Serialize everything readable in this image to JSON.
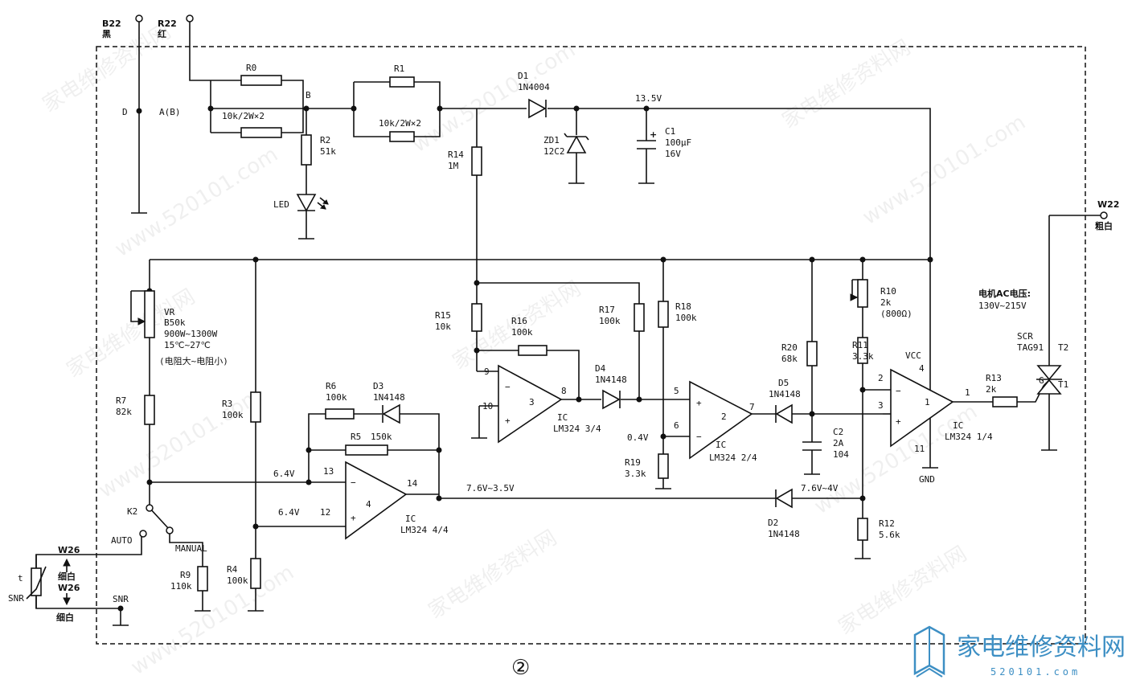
{
  "figure": {
    "number": "②"
  },
  "watermark": {
    "cn": "家电维修资料网",
    "url": "www.520101.com"
  },
  "logo": {
    "cn": "家电维修资料网",
    "url": "520101.com"
  },
  "terminals": {
    "b22": "B22",
    "b22_color": "黑",
    "r22": "R22",
    "r22_color": "红",
    "w22": "W22",
    "w22_color": "粗白",
    "w26_top": "W26",
    "w26_top_color": "细白",
    "w26_bottom": "W26",
    "w26_bottom_color": "细白",
    "snr_left": "SNR",
    "snr_right": "SNR",
    "thermistor_t": "t"
  },
  "nodes": {
    "d": "D",
    "a_b": "A(B)",
    "b": "B"
  },
  "resistors": {
    "r0": {
      "name": "R0",
      "value": "10k/2W×2"
    },
    "r1": {
      "name": "R1",
      "value": "10k/2W×2"
    },
    "r2": {
      "name": "R2",
      "value": "51k"
    },
    "r3": {
      "name": "R3",
      "value": "100k"
    },
    "r4": {
      "name": "R4",
      "value": "100k"
    },
    "r5": {
      "name": "R5",
      "value": "150k"
    },
    "r6": {
      "name": "R6",
      "value": "100k"
    },
    "r7": {
      "name": "R7",
      "value": "82k"
    },
    "r9": {
      "name": "R9",
      "value": "110k"
    },
    "r10": {
      "name": "R10",
      "value": "2k",
      "note": "(800Ω)"
    },
    "r11": {
      "name": "R11",
      "value": "3.3k"
    },
    "r12": {
      "name": "R12",
      "value": "5.6k"
    },
    "r13": {
      "name": "R13",
      "value": "2k"
    },
    "r14": {
      "name": "R14",
      "value": "1M"
    },
    "r15": {
      "name": "R15",
      "value": "10k"
    },
    "r16": {
      "name": "R16",
      "value": "100k"
    },
    "r17": {
      "name": "R17",
      "value": "100k"
    },
    "r18": {
      "name": "R18",
      "value": "100k"
    },
    "r19": {
      "name": "R19",
      "value": "3.3k"
    },
    "r20": {
      "name": "R20",
      "value": "68k"
    }
  },
  "vr": {
    "name": "VR",
    "value": "B50k",
    "power": "900W~1300W",
    "temp": "15℃~27℃",
    "note": "(电阻大~电阻小)"
  },
  "diodes": {
    "d1": {
      "name": "D1",
      "value": "1N4004"
    },
    "d2": {
      "name": "D2",
      "value": "1N4148"
    },
    "d3": {
      "name": "D3",
      "value": "1N4148"
    },
    "d4": {
      "name": "D4",
      "value": "1N4148"
    },
    "d5": {
      "name": "D5",
      "value": "1N4148"
    },
    "zd1": {
      "name": "ZD1",
      "value": "12C2"
    },
    "led": "LED"
  },
  "capacitors": {
    "c1": {
      "name": "C1",
      "value": "100μF",
      "voltage": "16V",
      "plus": "+"
    },
    "c2": {
      "name": "C2",
      "value": "2A",
      "code": "104"
    }
  },
  "voltages": {
    "v13_5": "13.5V",
    "v6_4_a": "6.4V",
    "v6_4_b": "6.4V",
    "v0_4": "0.4V",
    "v_out4": "7.6V~3.5V",
    "v_d2": "7.6V~4V"
  },
  "switch": {
    "name": "K2",
    "auto": "AUTO",
    "manual": "MANUAL"
  },
  "ics": {
    "ic1": {
      "ic": "IC",
      "part": "LM324 1/4",
      "num": "1",
      "vcc": "VCC",
      "gnd": "GND",
      "pins": {
        "inv": "2",
        "noninv": "3",
        "out": "1",
        "vcc": "4",
        "gnd": "11"
      }
    },
    "ic2": {
      "ic": "IC",
      "part": "LM324 2/4",
      "num": "2",
      "pins": {
        "noninv": "5",
        "inv": "6",
        "out": "7"
      }
    },
    "ic3": {
      "ic": "IC",
      "part": "LM324 3/4",
      "num": "3",
      "pins": {
        "inv": "9",
        "noninv": "10",
        "out": "8"
      }
    },
    "ic4": {
      "ic": "IC",
      "part": "LM324 4/4",
      "num": "4",
      "pins": {
        "inv": "13",
        "noninv": "12",
        "out": "14"
      }
    },
    "sign_minus": "−",
    "sign_plus": "+"
  },
  "motor": {
    "title": "电机AC电压:",
    "range": "130V~215V"
  },
  "scr": {
    "name": "SCR",
    "part": "TAG91",
    "t2": "T2",
    "t1": "T1",
    "g": "G"
  }
}
